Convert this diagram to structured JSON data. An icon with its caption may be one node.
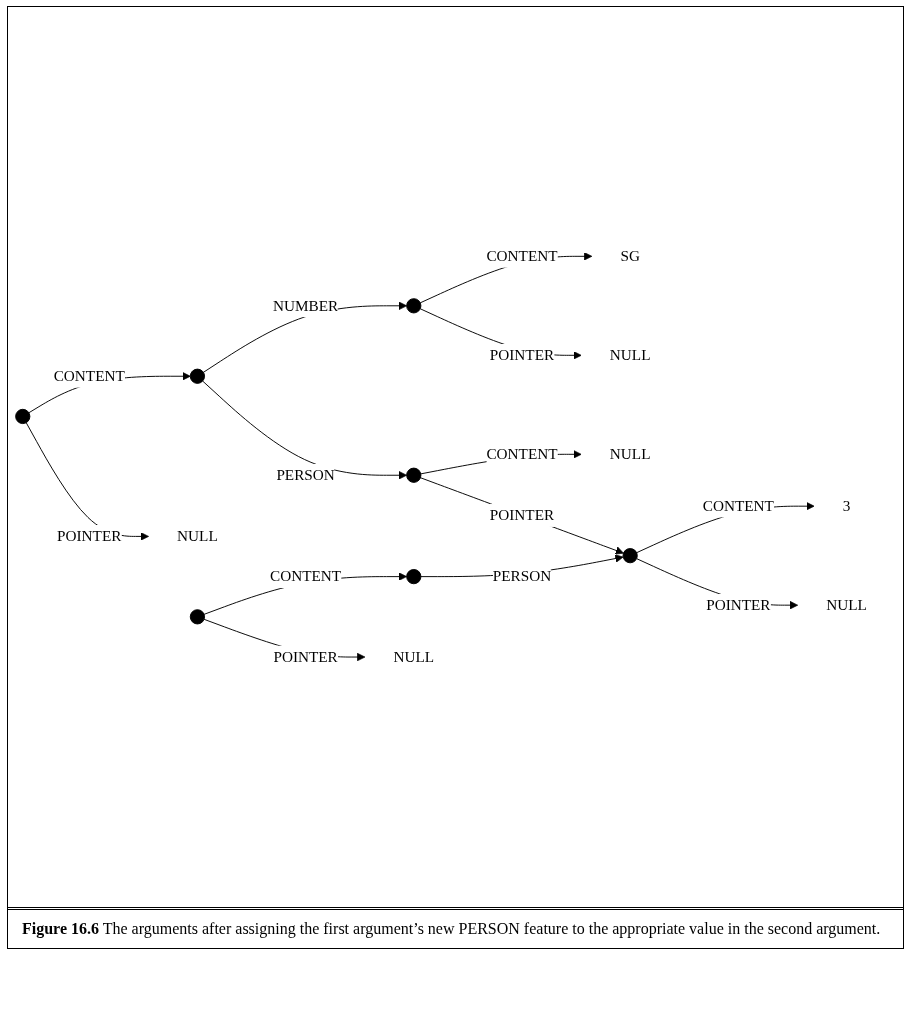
{
  "diagram": {
    "caption": "**Figure 16.6** The arguments after assigning the first argument’s new PERSON feature to the appropriate value in the second argument.",
    "nodes": [
      {
        "text": [],
        "shape": "circle"
      },
      {
        "text": [],
        "shape": "circle"
      },
      {
        "text": [],
        "shape": "circle"
      },
      {
        "text": [
          "SG"
        ]
      },
      {
        "text": [
          "NULL"
        ]
      },
      {
        "text": [
          "NULL"
        ]
      },
      {
        "text": [],
        "shape": "circle"
      },
      {
        "text": [
          "NULL"
        ]
      },
      {
        "text": [],
        "shape": "circle"
      },
      {
        "text": [
          "3"
        ]
      },
      {
        "text": [
          "NULL"
        ]
      },
      {
        "text": [],
        "shape": "circle"
      },
      {
        "text": [],
        "shape": "circle"
      },
      {
        "text": [
          "NULL"
        ]
      }
    ],
    "edges": [
      {
        "from": 0,
        "to": 1,
        "arrow": "to",
        "label": "CONTENT"
      },
      {
        "from": 0,
        "to": 5,
        "arrow": "to",
        "label": "POINTER"
      },
      {
        "from": 1,
        "to": 2,
        "arrow": "to",
        "label": "NUMBER"
      },
      {
        "from": 2,
        "to": 3,
        "arrow": "to",
        "label": "CONTENT"
      },
      {
        "from": 2,
        "to": 4,
        "arrow": "to",
        "label": "POINTER"
      },
      {
        "from": 1,
        "to": 6,
        "arrow": "to",
        "label": "PERSON"
      },
      {
        "from": 6,
        "to": 7,
        "arrow": "to",
        "label": "CONTENT"
      },
      {
        "from": 6,
        "to": 8,
        "arrow": "to",
        "label": "POINTER"
      },
      {
        "from": 8,
        "to": 9,
        "arrow": "to",
        "label": "CONTENT"
      },
      {
        "from": 8,
        "to": 10,
        "arrow": "to",
        "label": "POINTER"
      },
      {
        "from": 11,
        "to": 12,
        "arrow": "to",
        "label": "CONTENT"
      },
      {
        "from": 12,
        "to": 8,
        "arrow": "to",
        "label": "PERSON"
      },
      {
        "from": 11,
        "to": 13,
        "arrow": "to",
        "label": "POINTER"
      }
    ]
  }
}
